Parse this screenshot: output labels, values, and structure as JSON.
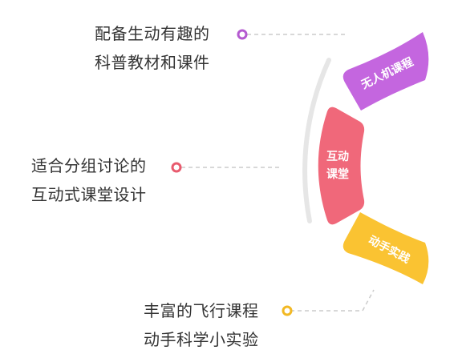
{
  "segments": [
    {
      "id": "drone-course",
      "label_lines": [
        "无人机课程"
      ],
      "color": "#c466df"
    },
    {
      "id": "interactive-class",
      "label_lines": [
        "互动",
        "课堂"
      ],
      "color": "#f0687a"
    },
    {
      "id": "hands-on",
      "label_lines": [
        "动手实践"
      ],
      "color": "#fac332"
    }
  ],
  "descriptions": [
    {
      "lines": [
        "配备生动有趣的",
        "科普教材和课件"
      ],
      "dot_color": "#b45ad0"
    },
    {
      "lines": [
        "适合分组讨论的",
        "互动式课堂设计"
      ],
      "dot_color": "#e85b6e"
    },
    {
      "lines": [
        "丰富的飞行课程",
        "动手科学小实验"
      ],
      "dot_color": "#f2b823"
    }
  ],
  "colors": {
    "arc_track": "#e6e6e6",
    "connector_line": "#cccccc",
    "text": "#333333",
    "segment_text": "#ffffff"
  }
}
